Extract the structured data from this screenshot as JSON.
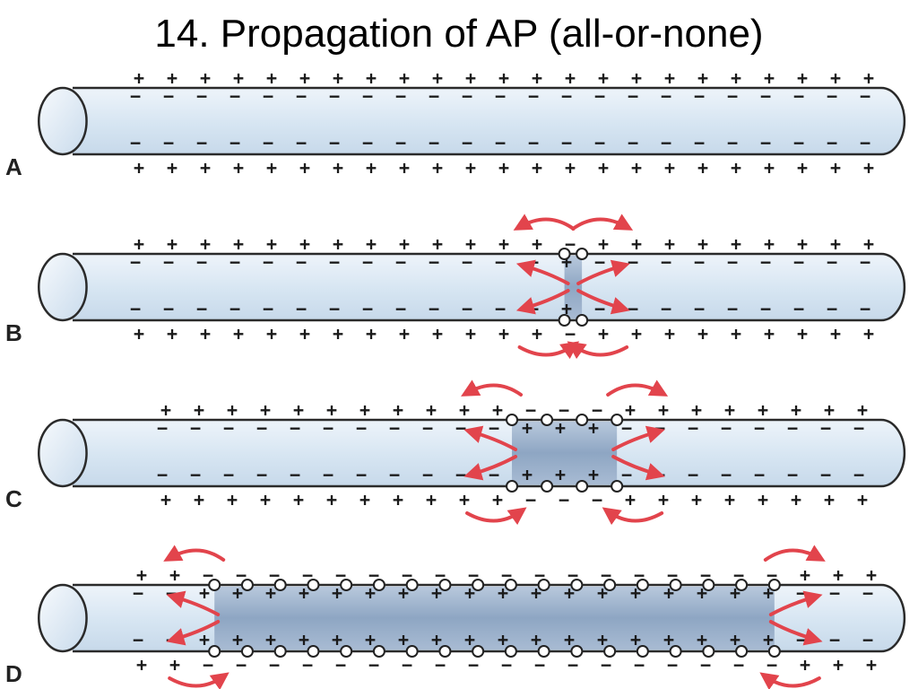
{
  "title": "14. Propagation of AP (all-or-none)",
  "panels": [
    {
      "label": "A",
      "depolarized_start": null,
      "depolarized_end": null
    },
    {
      "label": "B",
      "depolarized_start": 0.6,
      "depolarized_end": 0.62
    },
    {
      "label": "C",
      "depolarized_start": 0.54,
      "depolarized_end": 0.66
    },
    {
      "label": "D",
      "depolarized_start": 0.2,
      "depolarized_end": 0.84
    }
  ],
  "symbols": {
    "positive": "+",
    "negative": "−",
    "open_channel": "○"
  },
  "colors": {
    "axon_fill": "#dbe8f3",
    "axon_stroke": "#2a2a2a",
    "depolarized_fill": "#9fb3cc",
    "current_arrow": "#e2444c"
  }
}
